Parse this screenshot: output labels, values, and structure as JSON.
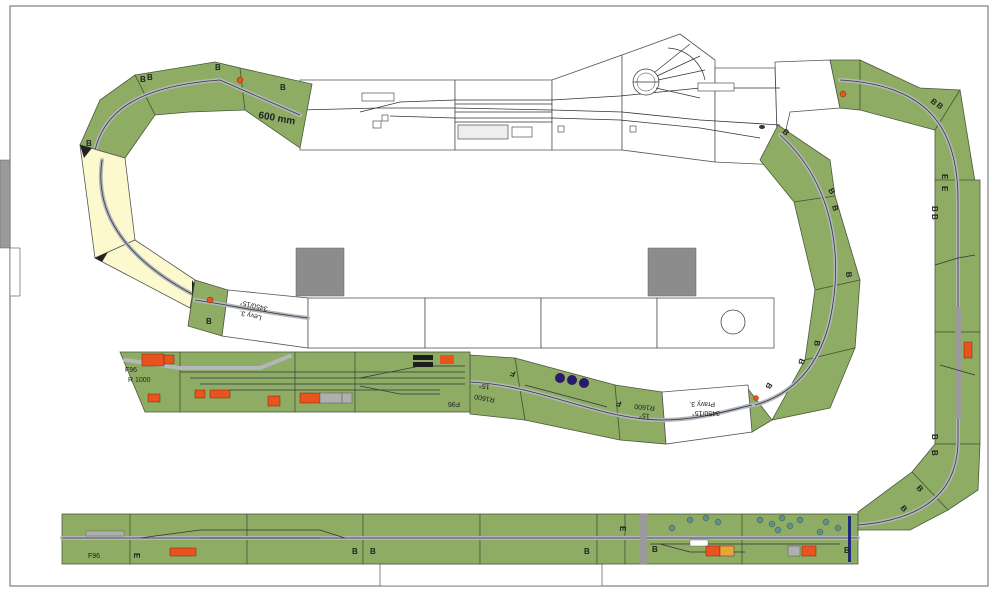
{
  "labels": {
    "module_size": "600 mm",
    "module_b": "B",
    "module_e": "E",
    "module_f": "F",
    "left_turnout": "Levy 3.",
    "left_turnout_angle": "3450/15°",
    "right_turnout": "Pravy 3.",
    "right_turnout_angle": "3450/15°",
    "f96": "F96",
    "r1000": "R 1000",
    "r1600": "R1600",
    "angle15": "15°"
  },
  "colors": {
    "module_green": "#8fac64",
    "track_gray": "#b3b6ba",
    "building_orange": "#e8531e",
    "curve_yellow": "#fdf9cf",
    "column_gray": "#8c8c8c",
    "tank_purple": "#2a1a6e",
    "tree_green": "#5f8f88"
  }
}
